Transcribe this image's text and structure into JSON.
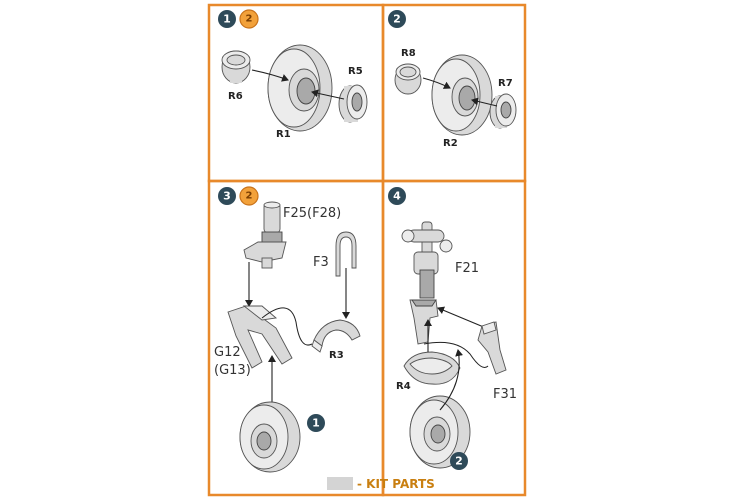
{
  "steps": {
    "s1": {
      "number": "1",
      "ref": "2"
    },
    "s2": {
      "number": "2"
    },
    "s3": {
      "number": "3",
      "ref": "2"
    },
    "s4": {
      "number": "4"
    }
  },
  "panel1": {
    "r6": "R6",
    "r5": "R5",
    "r1": "R1"
  },
  "panel2": {
    "r8": "R8",
    "r7": "R7",
    "r2": "R2"
  },
  "panel3": {
    "f25": "F25(F28)",
    "f3": "F3",
    "g12": "G12",
    "g13": "(G13)",
    "r3": "R3",
    "wheel_ref": "1"
  },
  "panel4": {
    "f21": "F21",
    "r4": "R4",
    "f31": "F31",
    "wheel_ref": "2"
  },
  "legend": {
    "text": "- KIT PARTS",
    "swatch_color": "#d4d4d4"
  },
  "colors": {
    "border": "#e8892b",
    "step_dark": "#2e4a59",
    "step_orange": "#f2a13a"
  }
}
